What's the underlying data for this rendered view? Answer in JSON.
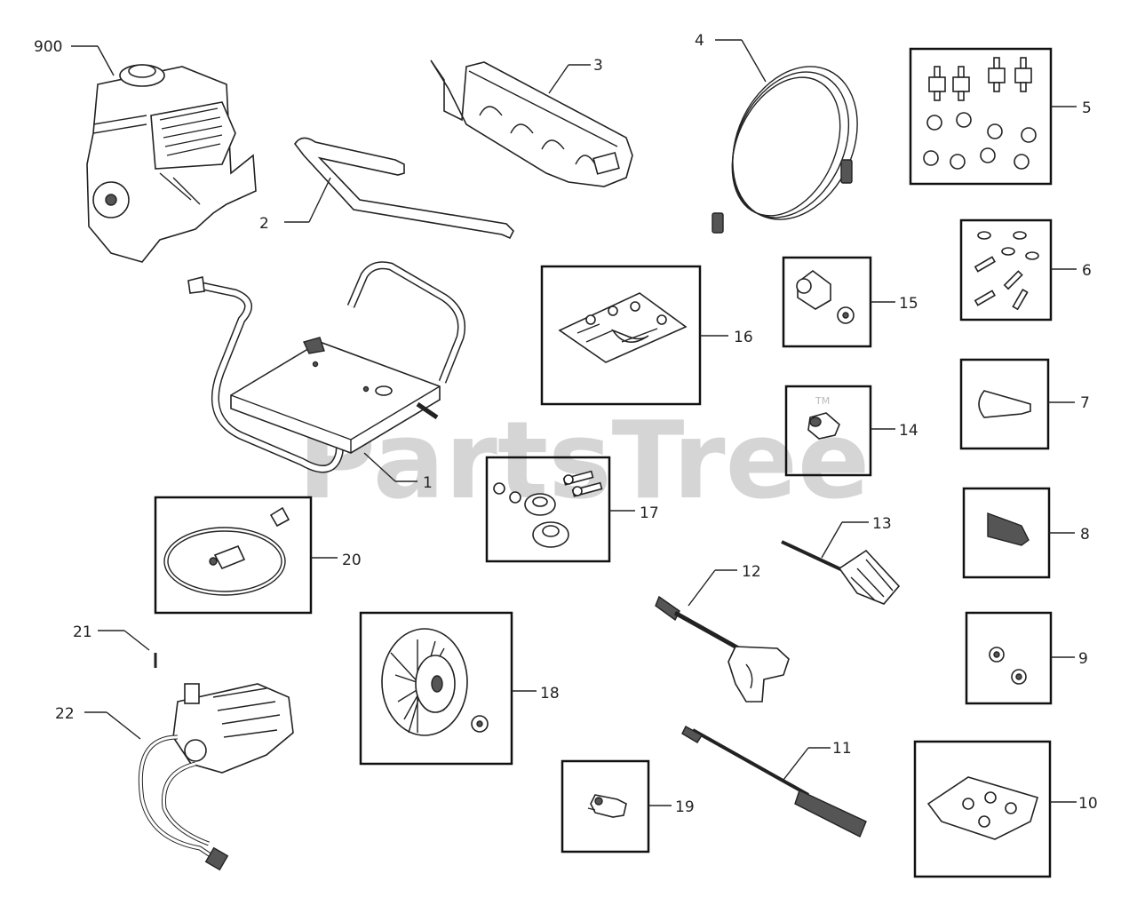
{
  "watermark": "PartsTree",
  "watermark_mark": "TM",
  "callouts": {
    "c900": "900",
    "c1": "1",
    "c2": "2",
    "c3": "3",
    "c4": "4",
    "c5": "5",
    "c6": "6",
    "c7": "7",
    "c8": "8",
    "c9": "9",
    "c10": "10",
    "c11": "11",
    "c12": "12",
    "c13": "13",
    "c14": "14",
    "c15": "15",
    "c16": "16",
    "c17": "17",
    "c18": "18",
    "c19": "19",
    "c20": "20",
    "c21": "21",
    "c22": "22"
  }
}
